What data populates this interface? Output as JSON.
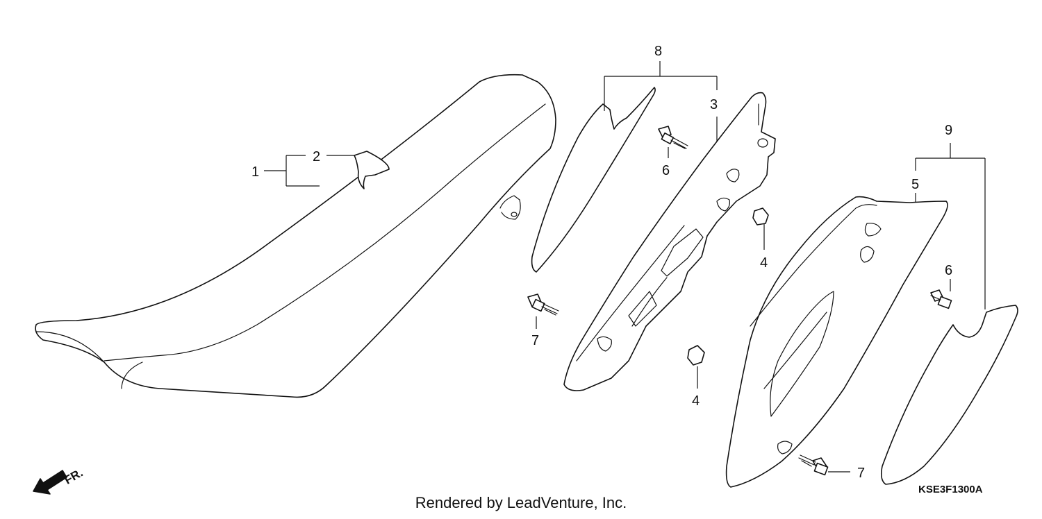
{
  "diagram": {
    "callouts": {
      "c1": "1",
      "c2": "2",
      "c3": "3",
      "c4a": "4",
      "c4b": "4",
      "c5": "5",
      "c6a": "6",
      "c6b": "6",
      "c7a": "7",
      "c7b": "7",
      "c8": "8",
      "c9": "9"
    },
    "direction_label": "FR.",
    "diagram_code": "KSE3F1300A",
    "rendered_by": "Rendered by LeadVenture, Inc."
  }
}
